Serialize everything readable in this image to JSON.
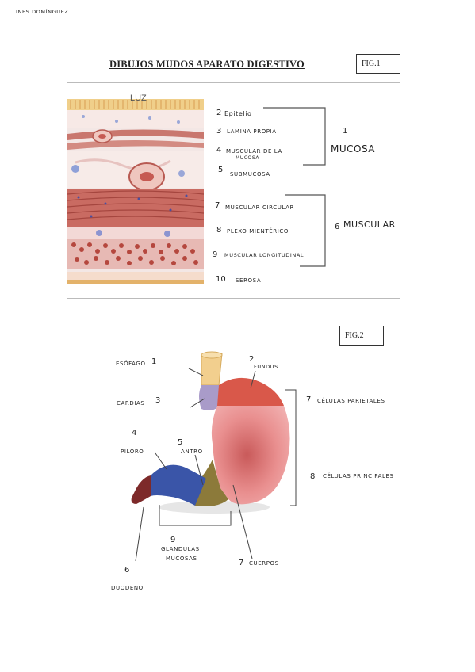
{
  "author": "INES DOMÍNGUEZ",
  "title": "DIBUJOS MUDOS APARATO DIGESTIVO",
  "fig1": {
    "label": "FIG.1",
    "image_text": "LUZ",
    "items": [
      {
        "num": "2",
        "text": "Epitelio"
      },
      {
        "num": "3",
        "text": "LAMINA PROPIA"
      },
      {
        "num": "4",
        "text": "MUSCULAR DE LA"
      },
      {
        "num": "",
        "text": "MUCOSA"
      },
      {
        "num": "5",
        "text": "SUBMUCOSA"
      },
      {
        "num": "7",
        "text": "MUSCULAR CIRCULAR"
      },
      {
        "num": "8",
        "text": "PLEXO MIENTÉRICO"
      },
      {
        "num": "9",
        "text": "MUSCULAR LONGITUDINAL"
      },
      {
        "num": "10",
        "text": "SEROSA"
      }
    ],
    "groups": [
      {
        "num": "1",
        "text": "MUCOSA"
      },
      {
        "num": "6",
        "text": "MUSCULAR"
      }
    ]
  },
  "fig2": {
    "label": "FIG.2",
    "labels": {
      "esofago": {
        "text": "ESÓFAGO",
        "num": "1"
      },
      "fundus": {
        "num": "2",
        "text": "FUNDUS"
      },
      "cardias": {
        "text": "CARDIAS",
        "num": "3"
      },
      "piloro": {
        "num": "4",
        "text": "PILORO"
      },
      "antro": {
        "num": "5",
        "text": "ANTRO"
      },
      "duodeno": {
        "num": "6",
        "text": "DUODENO"
      },
      "parietales": {
        "num": "7",
        "text": "CÉLULAS PARIETALES"
      },
      "principales": {
        "num": "8",
        "text": "CÉLULAS PRINCIPALES"
      },
      "cuerpos": {
        "num": "7",
        "text": "CUERPOS"
      },
      "glandulas": {
        "num": "9",
        "text": "GLANDULAS",
        "text2": "MUCOSAS"
      }
    },
    "colors": {
      "esofago": "#f2cf8e",
      "cardias": "#a99bc9",
      "fundus": "#d9584a",
      "cuerpo": "#e98f8f",
      "antro": "#8c7a3a",
      "piloro": "#3a55a8",
      "duodeno": "#7d2a2a"
    }
  }
}
